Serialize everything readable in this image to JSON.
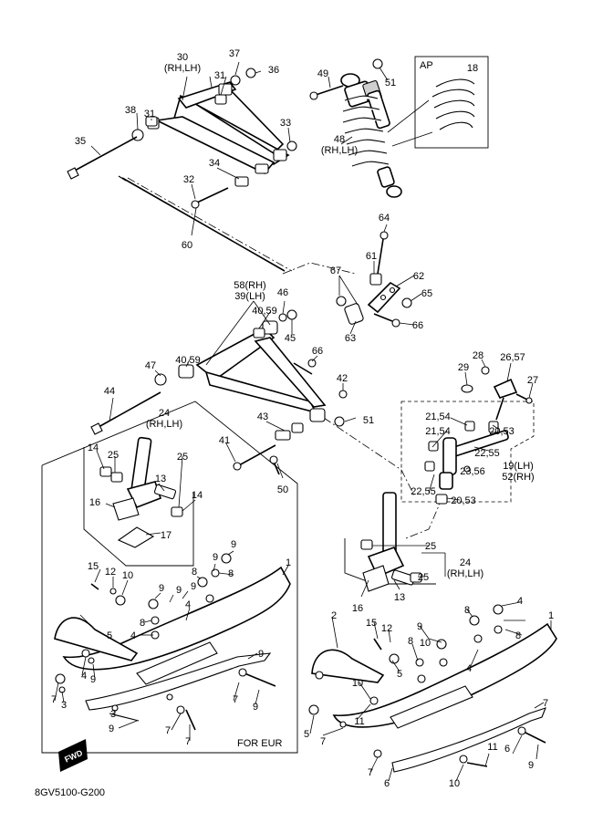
{
  "diagram_id": "8GV5100-G200",
  "region_label": "FOR EUR",
  "forward_badge": "FWD",
  "inset_label": "AP",
  "callouts": [
    "30\n(RH,LH)",
    "37",
    "36",
    "31",
    "49",
    "51",
    "18",
    "38",
    "31",
    "33",
    "48\n(RH,LH)",
    "35",
    "34",
    "32",
    "60",
    "64",
    "61",
    "62",
    "65",
    "67",
    "58(RH)\n39(LH)",
    "46",
    "40,59",
    "45",
    "63",
    "66",
    "40,59",
    "66",
    "47",
    "42",
    "28",
    "26,57",
    "29",
    "27",
    "44",
    "24\n(RH,LH)",
    "43",
    "51",
    "21,54",
    "20,53",
    "21,54",
    "14",
    "25",
    "25",
    "22,55",
    "41",
    "19(LH)\n52(RH)",
    "13",
    "23,56",
    "50",
    "14",
    "22,55",
    "20,53",
    "16",
    "17",
    "25",
    "24\n(RH,LH)",
    "9",
    "9",
    "25",
    "15",
    "12",
    "10",
    "8",
    "8",
    "1",
    "16",
    "13",
    "9",
    "4",
    "9",
    "9",
    "8",
    "4",
    "2",
    "8",
    "15",
    "12",
    "9",
    "1",
    "5",
    "4",
    "10",
    "8",
    "8",
    "4",
    "4",
    "5",
    "9",
    "7",
    "3",
    "9",
    "7",
    "9",
    "7",
    "10",
    "11",
    "3",
    "9",
    "7",
    "5",
    "7",
    "7",
    "6",
    "9",
    "7",
    "6",
    "10",
    "11",
    "7",
    "5",
    "7",
    "11"
  ]
}
